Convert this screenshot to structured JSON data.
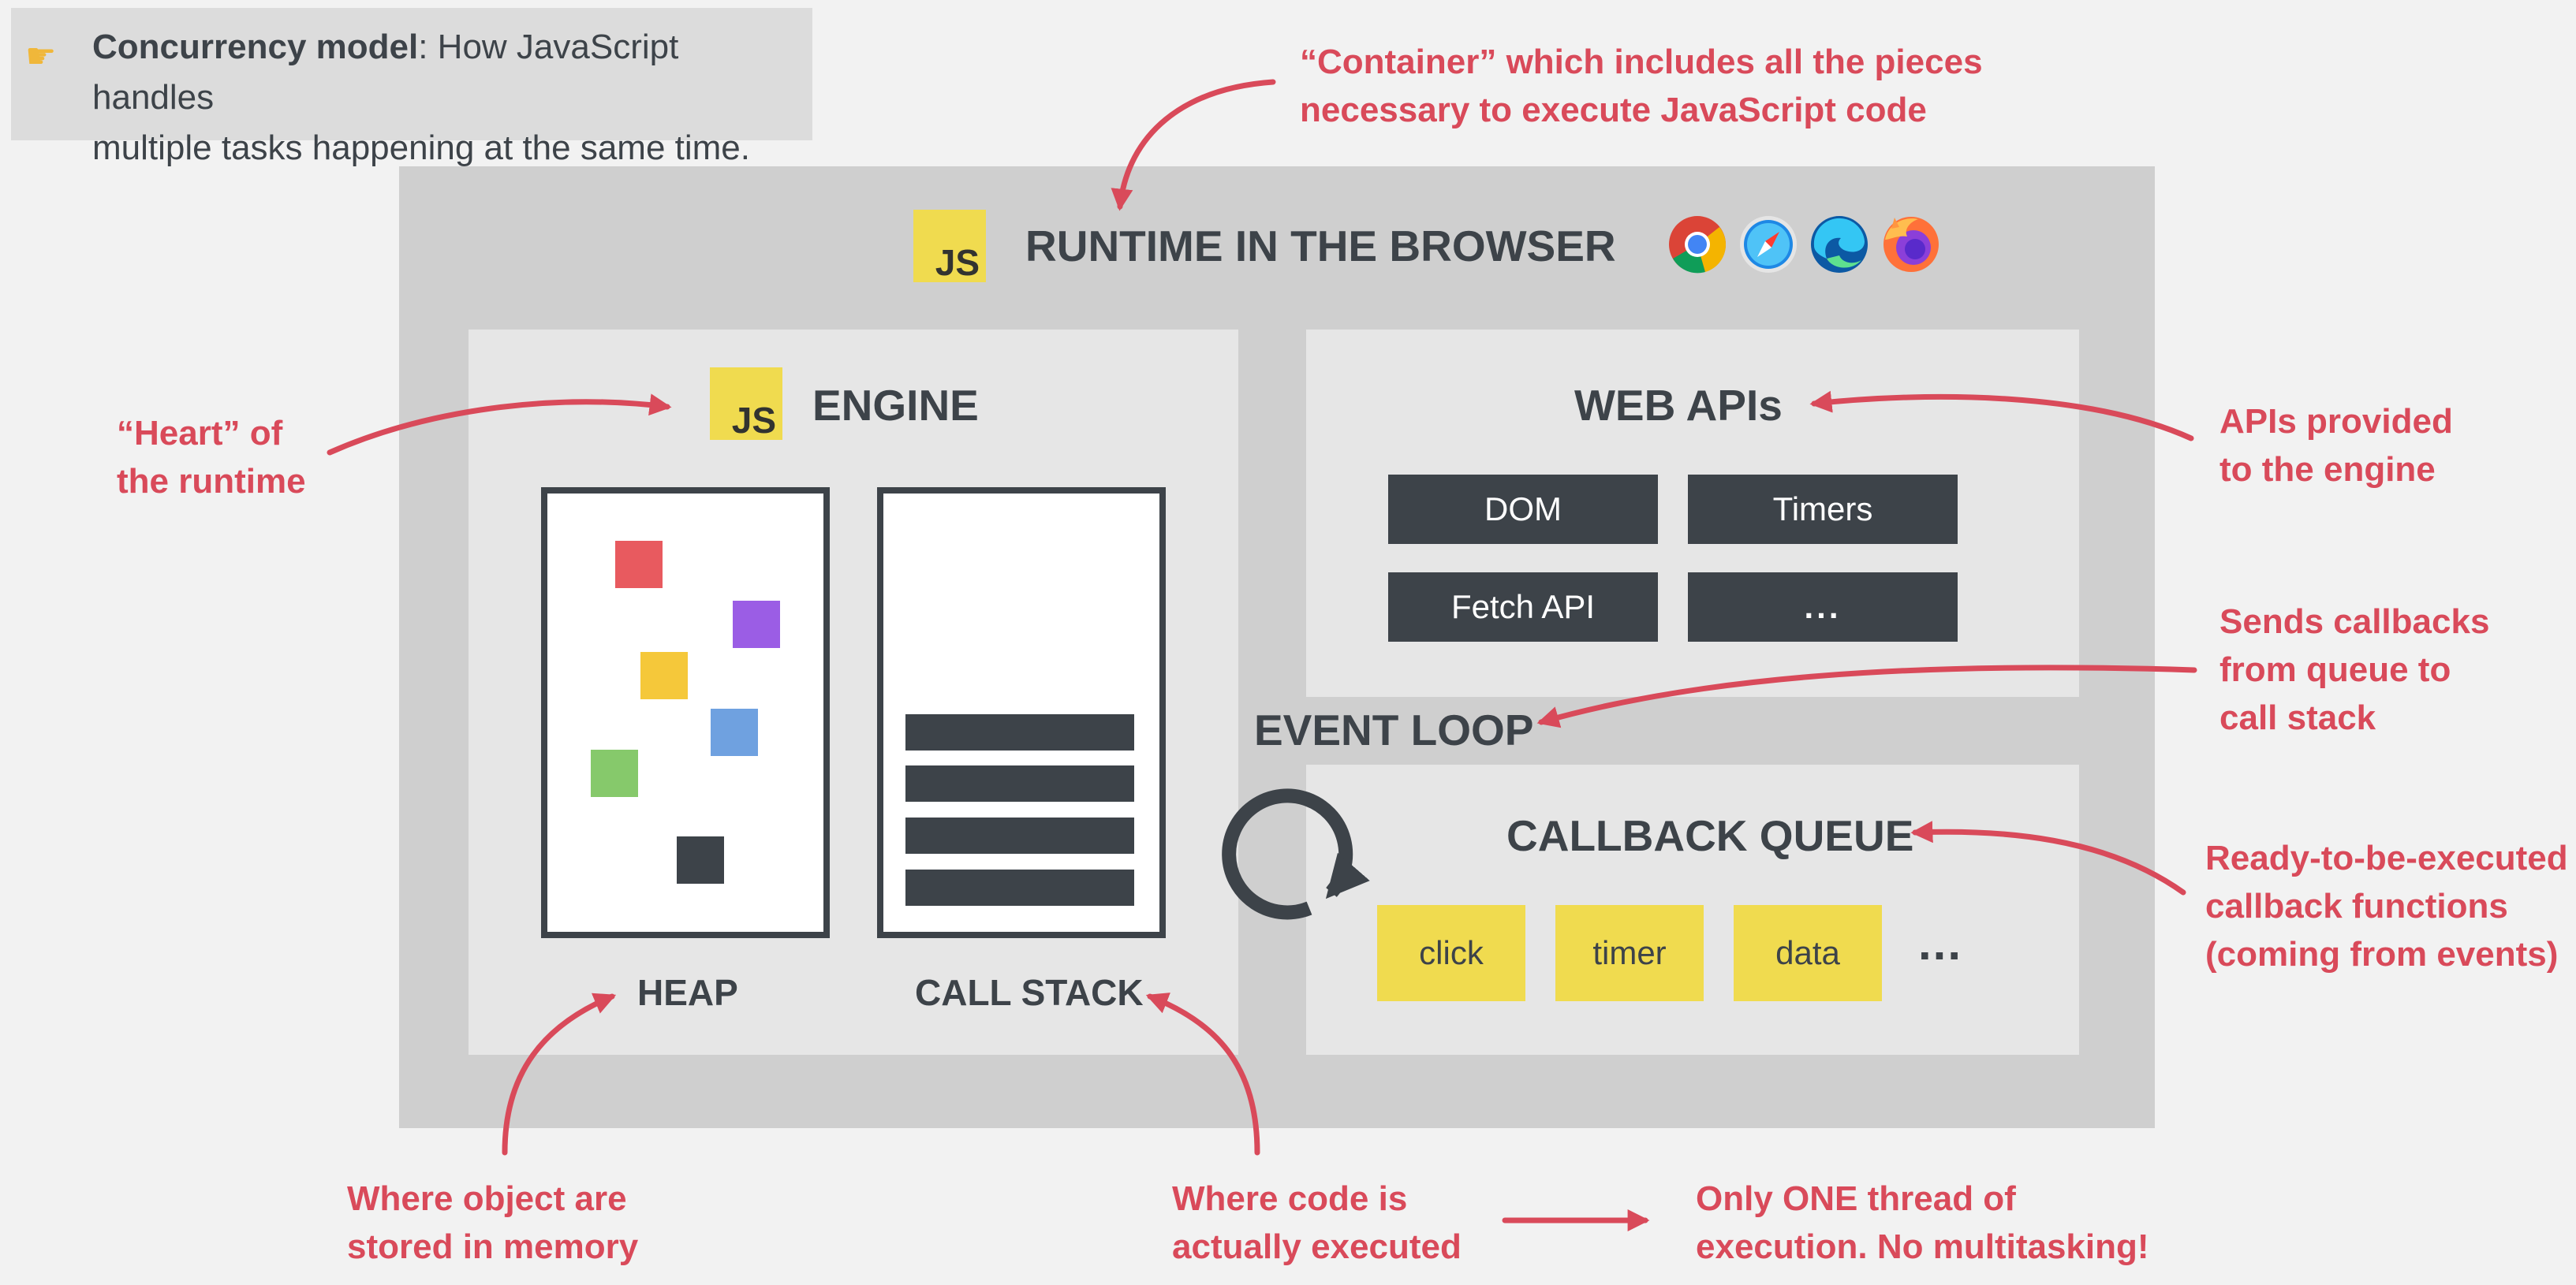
{
  "note": {
    "icon": "pointing-hand-icon",
    "bold": "Concurrency model",
    "rest": ": How JavaScript handles",
    "line2": "multiple tasks happening at the same time."
  },
  "runtime": {
    "js_badge": "JS",
    "title": "RUNTIME IN THE BROWSER",
    "browsers": [
      "chrome-icon",
      "safari-icon",
      "edge-icon",
      "firefox-icon"
    ]
  },
  "engine": {
    "js_badge": "JS",
    "title": "ENGINE",
    "heap_label": "HEAP",
    "call_stack_label": "CALL STACK",
    "heap_colors": [
      "#e85a5f",
      "#9b5de5",
      "#f5c83a",
      "#6fa1e0",
      "#86c96b",
      "#3d4349"
    ]
  },
  "web_apis": {
    "title": "WEB APIs",
    "items": [
      "DOM",
      "Timers",
      "Fetch API",
      "..."
    ]
  },
  "event_loop": {
    "title": "EVENT LOOP"
  },
  "callback_queue": {
    "title": "CALLBACK QUEUE",
    "items": [
      "click",
      "timer",
      "data"
    ],
    "more": "..."
  },
  "annotations": {
    "container": [
      "“Container” which includes all the pieces",
      "necessary to execute JavaScript code"
    ],
    "heart": [
      "“Heart” of",
      "the runtime"
    ],
    "apis": [
      "APIs provided",
      "to the engine"
    ],
    "sends": [
      "Sends callbacks",
      "from queue to",
      "call stack"
    ],
    "ready": [
      "Ready-to-be-executed",
      "callback functions",
      "(coming from events)"
    ],
    "heap_note": [
      "Where object are",
      "stored in memory"
    ],
    "stack_note": [
      "Where code is",
      "actually executed"
    ],
    "thread_note": [
      "Only ONE thread of",
      "execution. No multitasking!"
    ]
  },
  "colors": {
    "accent_red": "#d94a5a",
    "dark": "#3d4349",
    "js_yellow": "#f0db4f"
  }
}
